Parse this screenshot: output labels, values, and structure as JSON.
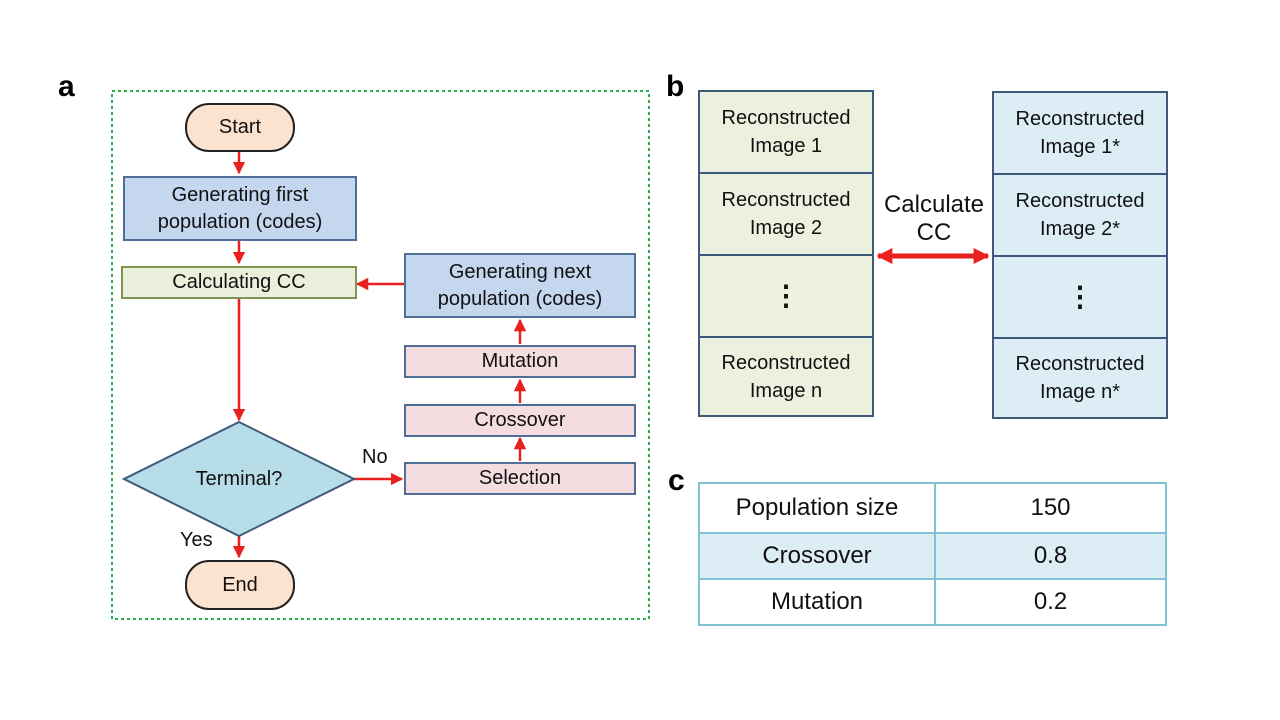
{
  "panels": {
    "a": "a",
    "b": "b",
    "c": "c"
  },
  "flowchart": {
    "start": "Start",
    "generating_first": "Generating first\npopulation (codes)",
    "calculating_cc": "Calculating CC",
    "terminal": "Terminal?",
    "end": "End",
    "selection": "Selection",
    "crossover": "Crossover",
    "mutation": "Mutation",
    "generating_next": "Generating next\npopulation (codes)",
    "yes_label": "Yes",
    "no_label": "No"
  },
  "comparison": {
    "left": [
      "Reconstructed\nImage 1",
      "Reconstructed\nImage 2",
      "⋮",
      "Reconstructed\nImage n"
    ],
    "right": [
      "Reconstructed\nImage 1*",
      "Reconstructed\nImage 2*",
      "⋮",
      "Reconstructed\nImage n*"
    ],
    "arrow_label": "Calculate\nCC"
  },
  "parameters": {
    "rows": [
      {
        "name": "Population  size",
        "value": "150"
      },
      {
        "name": "Crossover",
        "value": "0.8"
      },
      {
        "name": "Mutation",
        "value": "0.2"
      }
    ]
  },
  "colors": {
    "arrow": "#e8201e",
    "frame": "#27b04c"
  }
}
